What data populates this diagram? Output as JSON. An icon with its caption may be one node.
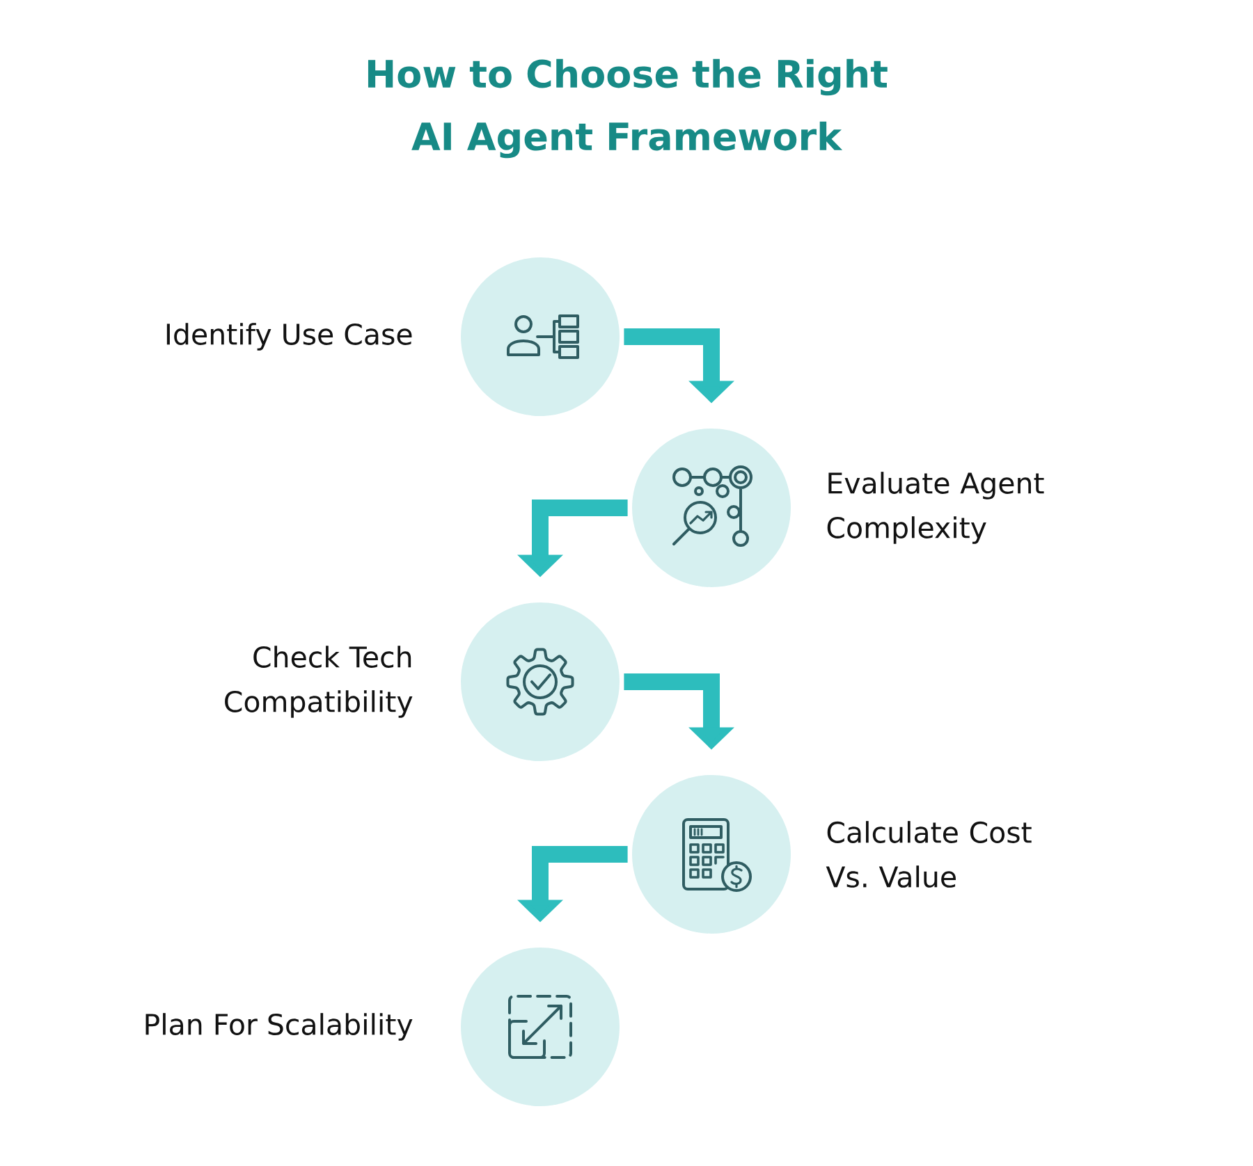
{
  "diagram": {
    "title": "How to Choose the Right AI Agent Framework",
    "nodes": [
      {
        "text": [
          "Identify Use Case"
        ]
      },
      {
        "text": [
          "Evaluate Agent Complexity"
        ]
      },
      {
        "text": [
          "Check Tech Compatibility"
        ]
      },
      {
        "text": [
          "Calculate Cost Vs. Value"
        ]
      },
      {
        "text": [
          "Plan For Scalability"
        ]
      }
    ],
    "edges": [
      {
        "from": 0,
        "to": 1,
        "arrow": "to"
      },
      {
        "from": 1,
        "to": 2,
        "arrow": "to"
      },
      {
        "from": 2,
        "to": 3,
        "arrow": "to"
      },
      {
        "from": 3,
        "to": 4,
        "arrow": "to"
      }
    ]
  }
}
